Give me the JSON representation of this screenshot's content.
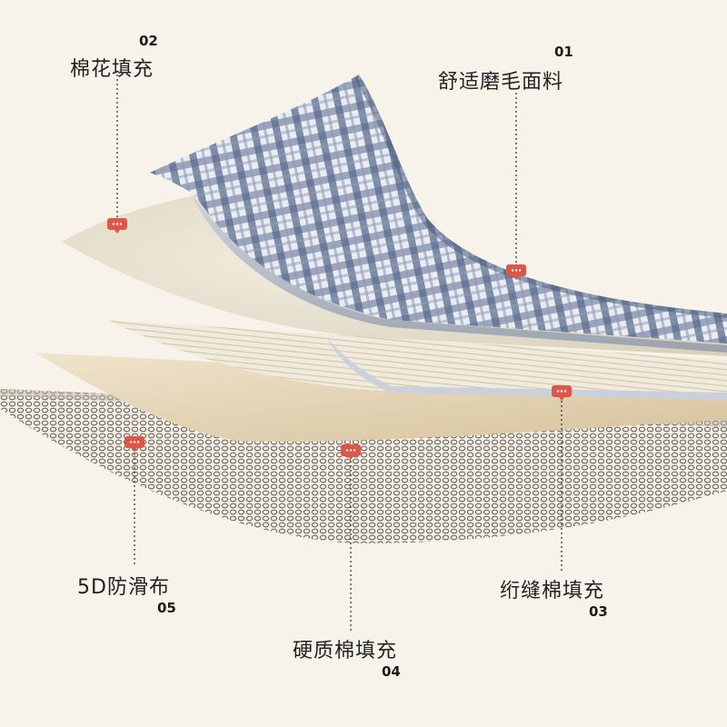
{
  "layers": [
    {
      "id": "01",
      "name": "舒适磨毛面料"
    },
    {
      "id": "02",
      "name": "棉花填充"
    },
    {
      "id": "03",
      "name": "绗缝棉填充"
    },
    {
      "id": "04",
      "name": "硬质棉填充"
    },
    {
      "id": "05",
      "name": "5D防滑布"
    }
  ],
  "colors": {
    "background": "#f7f3ea",
    "marker": "#e0554a",
    "plaid_blue": "#5a6c8e",
    "cotton": "#e8e1cf",
    "beige_board": "#e6d6b8",
    "mesh": "#8a8276"
  },
  "icons": {
    "marker": "chat-bubble-marker-icon"
  }
}
